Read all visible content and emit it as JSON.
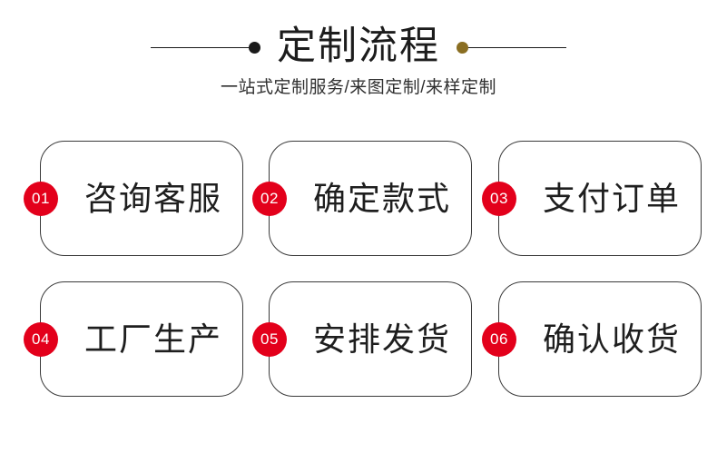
{
  "header": {
    "title": "定制流程",
    "subtitle": "一站式定制服务/来图定制/来样定制",
    "left_dot_color": "#1a1a1a",
    "right_dot_color": "#8a6e22",
    "rule_color": "#1a1a1a"
  },
  "theme": {
    "background": "#ffffff",
    "badge_color": "#e3001b",
    "card_border_color": "#3a3a3a",
    "text_color": "#1e1e1e"
  },
  "steps": [
    {
      "number": "01",
      "label": "咨询客服"
    },
    {
      "number": "02",
      "label": "确定款式"
    },
    {
      "number": "03",
      "label": "支付订单"
    },
    {
      "number": "04",
      "label": "工厂生产"
    },
    {
      "number": "05",
      "label": "安排发货"
    },
    {
      "number": "06",
      "label": "确认收货"
    }
  ]
}
